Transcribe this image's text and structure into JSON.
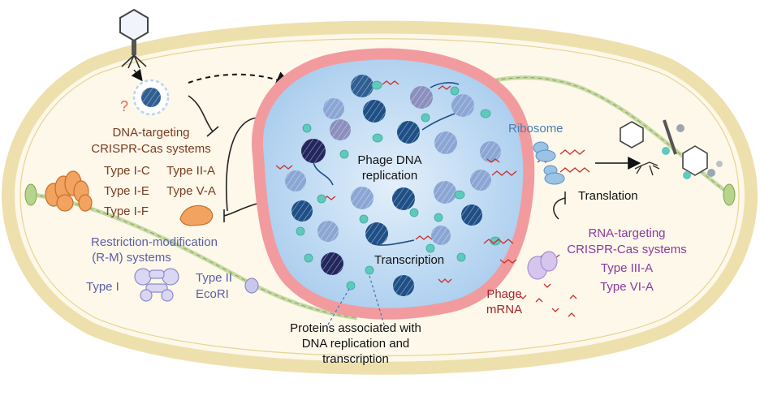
{
  "labels": {
    "question_mark": "?",
    "dna_targeting_line1": "DNA-targeting",
    "dna_targeting_line2": "CRISPR-Cas systems",
    "type_ic": "Type I-C",
    "type_iia": "Type II-A",
    "type_ie": "Type I-E",
    "type_va": "Type V-A",
    "type_if": "Type I-F",
    "rm_line1": "Restriction-modification",
    "rm_line2": "(R-M) systems",
    "rm_type_i": "Type I",
    "rm_type_ii": "Type II",
    "rm_ecori": "EcoRI",
    "phage_dna_line1": "Phage DNA",
    "phage_dna_line2": "replication",
    "transcription": "Transcription",
    "proteins_line1": "Proteins associated with",
    "proteins_line2": "DNA replication and",
    "proteins_line3": "transcription",
    "ribosome": "Ribosome",
    "translation": "Translation",
    "rna_targeting_line1": "RNA-targeting",
    "rna_targeting_line2": "CRISPR-Cas systems",
    "rna_type_iiia": "Type III-A",
    "rna_type_via": "Type VI-A",
    "phage_mrna_line1": "Phage",
    "phage_mrna_line2": "mRNA"
  },
  "colors": {
    "cell_fill": "#fdf8ea",
    "cell_wall": "#eee0ad",
    "nucleus_fill": "#c4ddf6",
    "nucleus_border": "#f29b9f",
    "dna_targeting_text": "#7a3b22",
    "rm_text": "#5b5ea6",
    "rna_targeting_text": "#8b3aa0",
    "ribosome_text": "#4a7db0",
    "phage_mrna_text": "#a3262c",
    "main_text": "#111111",
    "teal_protein": "#5fc9bd",
    "mrna_red": "#c9302c"
  }
}
